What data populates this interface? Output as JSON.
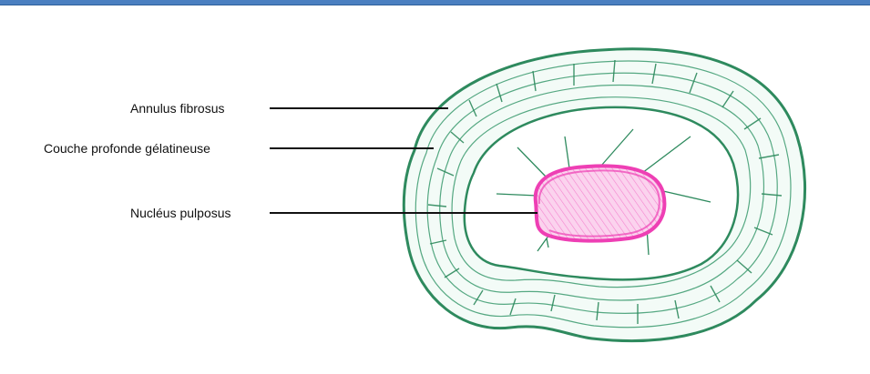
{
  "labels": {
    "annulus": "Annulus fibrosus",
    "couche": "Couche profonde gélatineuse",
    "nucleus": "Nucléus pulposus"
  },
  "colors": {
    "top_bar": "#4a7fc0",
    "ring_stroke": "#2e8a5e",
    "ring_fill": "#eef9f3",
    "nucleus_stroke": "#ee3fb4",
    "nucleus_fill": "#f7b8e2",
    "leader": "#111111"
  }
}
